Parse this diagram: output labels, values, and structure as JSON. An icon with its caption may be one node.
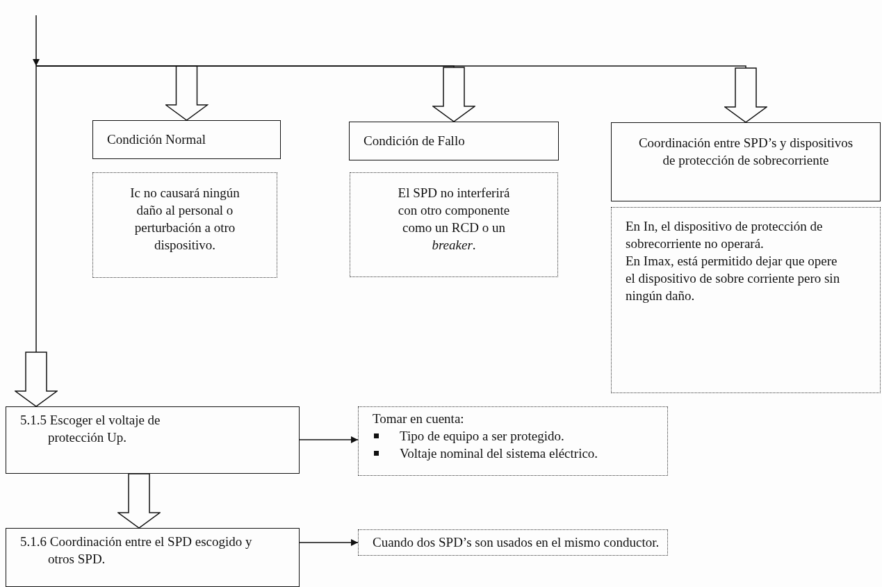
{
  "diagram": {
    "nodes": [
      {
        "text": [
          "Condición Normal"
        ]
      },
      {
        "text": [
          "Ic no causará ningún daño al personal o perturbación a otro dispositivo."
        ]
      },
      {
        "text": [
          "Condición de Fallo"
        ]
      },
      {
        "text": [
          "El SPD no interferirá con otro componente como un RCD o un *breaker*."
        ]
      },
      {
        "text": [
          "Coordinación entre SPD’s y dispositivos de protección de sobrecorriente"
        ]
      },
      {
        "text": [
          "En In, el dispositivo de protección de sobrecorriente no operará.",
          "En Imax, está permitido dejar que opere el dispositivo de sobre corriente pero sin ningún daño."
        ]
      },
      {
        "text": [
          "5.1.5 Escoger el voltaje de protección Up."
        ]
      },
      {
        "text": [
          "Tomar en cuenta:",
          "Tipo de equipo a ser protegido.",
          "Voltaje nominal del sistema eléctrico."
        ]
      },
      {
        "text": [
          "5.1.6 Coordinación entre el SPD escogido y otros SPD."
        ]
      },
      {
        "text": [
          "Cuando dos SPD’s son usados en el mismo conductor."
        ]
      }
    ],
    "edges": [
      {
        "from": null,
        "to": 0,
        "arrow": "to"
      },
      {
        "from": null,
        "to": 2,
        "arrow": "to"
      },
      {
        "from": null,
        "to": 4,
        "arrow": "to"
      },
      {
        "from": null,
        "to": 6,
        "arrow": "to"
      },
      {
        "from": 6,
        "to": 8,
        "arrow": "to"
      },
      {
        "from": 6,
        "to": 7,
        "arrow": "to"
      },
      {
        "from": 8,
        "to": 9,
        "arrow": "to"
      }
    ]
  }
}
